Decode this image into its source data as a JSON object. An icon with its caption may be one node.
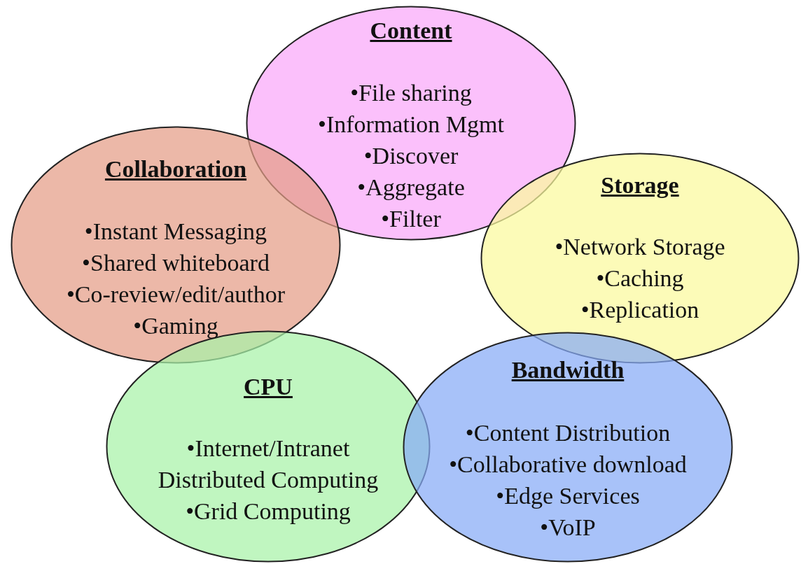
{
  "diagram": {
    "nodes": [
      {
        "text": [
          "Content",
          "•File sharing",
          "•Information Mgmt",
          "•Discover",
          "•Aggregate",
          "•Filter"
        ]
      },
      {
        "text": [
          "Collaboration",
          "•Instant Messaging",
          "•Shared whiteboard",
          "•Co-review/edit/author",
          "•Gaming"
        ]
      },
      {
        "text": [
          "Storage",
          "•Network Storage",
          "•Caching",
          "•Replication"
        ]
      },
      {
        "text": [
          "CPU",
          "•Internet/Intranet Distributed Computing",
          "•Grid Computing"
        ]
      },
      {
        "text": [
          "Bandwidth",
          "•Content Distribution",
          "•Collaborative download",
          "•Edge Services",
          "•VoIP"
        ]
      }
    ],
    "edges": []
  }
}
